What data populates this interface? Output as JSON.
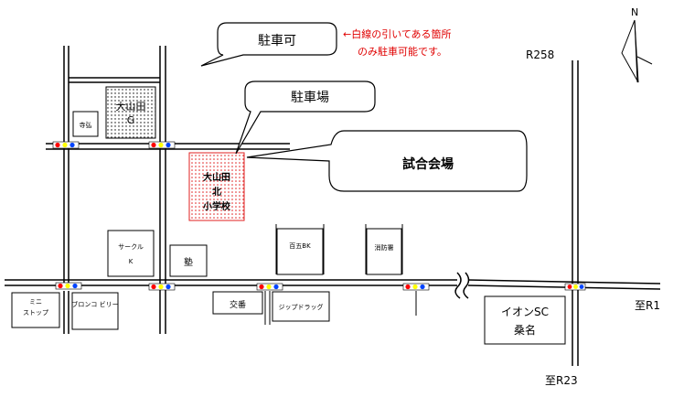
{
  "labels": {
    "parking_ok": "駐車可",
    "parking_note_line1": "←白線の引いてある箇所",
    "parking_note_line2": "のみ駐車可能です。",
    "parking_lot": "駐車場",
    "venue": "試合会場",
    "route_258": "R258",
    "north": "N",
    "to_r1": "至R1",
    "to_r23": "至R23",
    "school_line1": "大山田",
    "school_line2": "北",
    "school_line3": "小学校",
    "oyamada_g_line1": "大山田",
    "oyamada_g_line2": "G",
    "teishin": "寺弘",
    "circle_k_line1": "サークル",
    "circle_k_line2": "K",
    "juku": "塾",
    "hyakugo_bank": "百五BK",
    "fire_station": "消防署",
    "mini_stop_line1": "ミニ",
    "mini_stop_line2": "ストップ",
    "bronco_billy": "ブロンコ ビリー",
    "koban": "交番",
    "drugstore": "ジップドラッグ",
    "aeon_line1": "イオンSC",
    "aeon_line2": "桑名"
  },
  "colors": {
    "note_red": "#e00000",
    "school_fill": "#ff6666",
    "signal_red": "#ff0000",
    "signal_yellow": "#ffff00",
    "signal_blue": "#0044ff"
  },
  "icons": [
    "north-arrow-icon",
    "traffic-signal-icon"
  ]
}
